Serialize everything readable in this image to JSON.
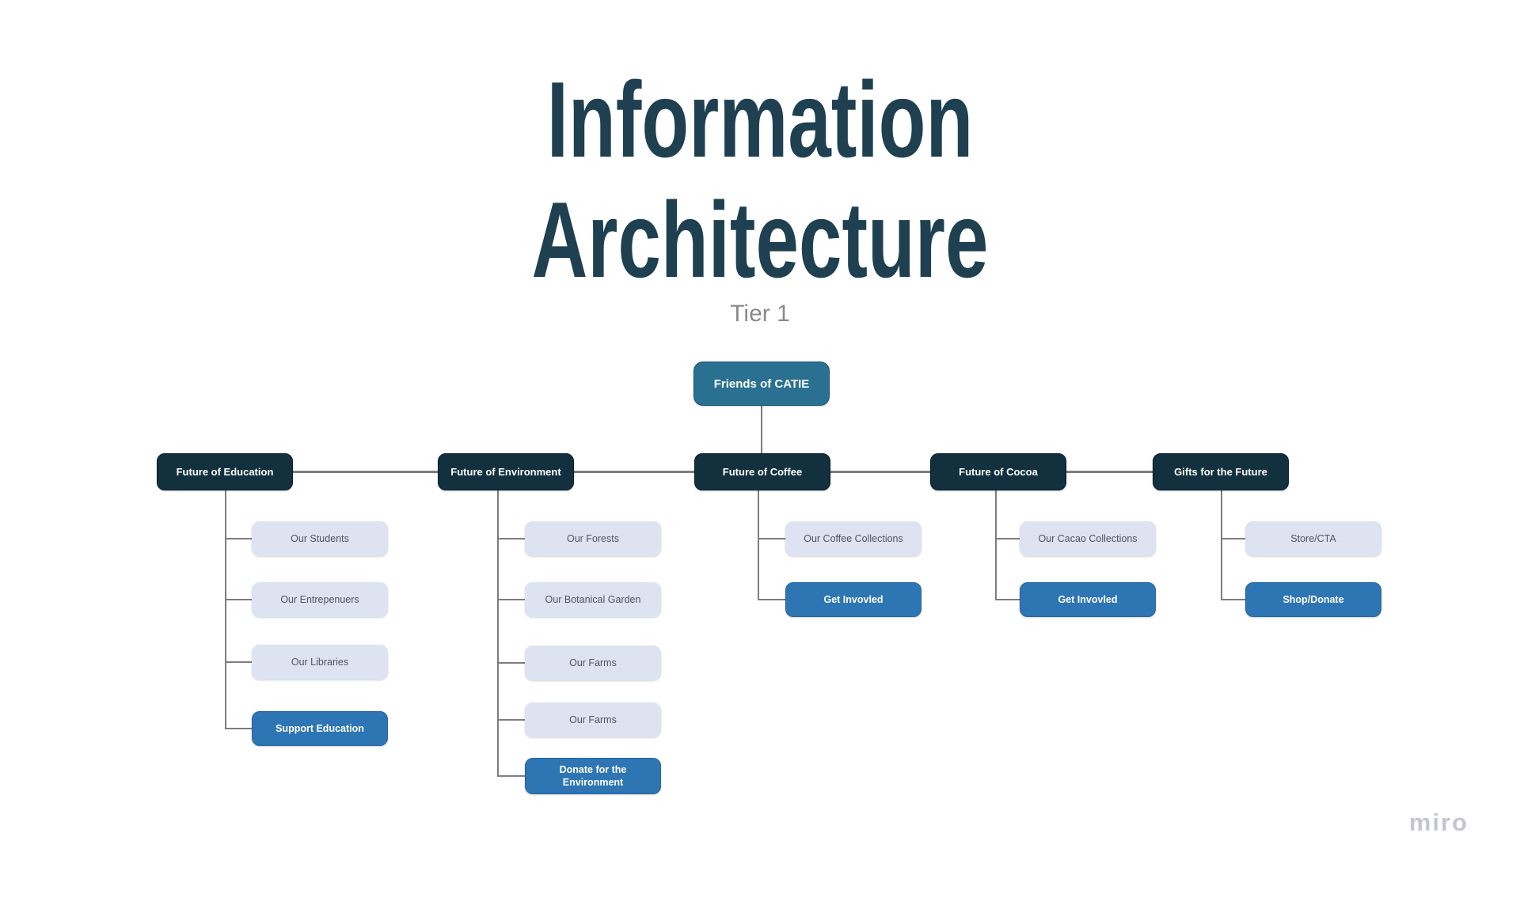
{
  "header": {
    "title_line1": "Information",
    "title_line2": "Architecture",
    "tier_label": "Tier 1"
  },
  "colors": {
    "title_text": "#1e4050",
    "root_fill": "#2a7090",
    "tier2_fill": "#13303f",
    "light_child_fill": "#dde3f0",
    "cta_fill": "#2e75b4",
    "connector": "#7d7d7d",
    "tier_label_text": "#8a8a8a",
    "watermark_text": "#c5c5d2"
  },
  "tree": {
    "root": {
      "label": "Friends of CATIE"
    },
    "sections": [
      {
        "label": "Future of Education",
        "children": [
          {
            "label": "Our Students",
            "variant": "light"
          },
          {
            "label": "Our Entrepenuers",
            "variant": "light"
          },
          {
            "label": "Our Libraries",
            "variant": "light"
          },
          {
            "label": "Support Education",
            "variant": "cta"
          }
        ]
      },
      {
        "label": "Future of Environment",
        "children": [
          {
            "label": "Our Forests",
            "variant": "light"
          },
          {
            "label": "Our Botanical Garden",
            "variant": "light"
          },
          {
            "label": "Our Farms",
            "variant": "light"
          },
          {
            "label": "Our Farms",
            "variant": "light"
          },
          {
            "label": "Donate for the Environment",
            "variant": "cta"
          }
        ]
      },
      {
        "label": "Future of Coffee",
        "children": [
          {
            "label": "Our Coffee Collections",
            "variant": "light"
          },
          {
            "label": "Get Invovled",
            "variant": "cta"
          }
        ]
      },
      {
        "label": "Future of Cocoa",
        "children": [
          {
            "label": "Our Cacao Collections",
            "variant": "light"
          },
          {
            "label": "Get Invovled",
            "variant": "cta"
          }
        ]
      },
      {
        "label": "Gifts for the Future",
        "children": [
          {
            "label": "Store/CTA",
            "variant": "light"
          },
          {
            "label": "Shop/Donate",
            "variant": "cta"
          }
        ]
      }
    ]
  },
  "footer": {
    "watermark": "miro"
  }
}
